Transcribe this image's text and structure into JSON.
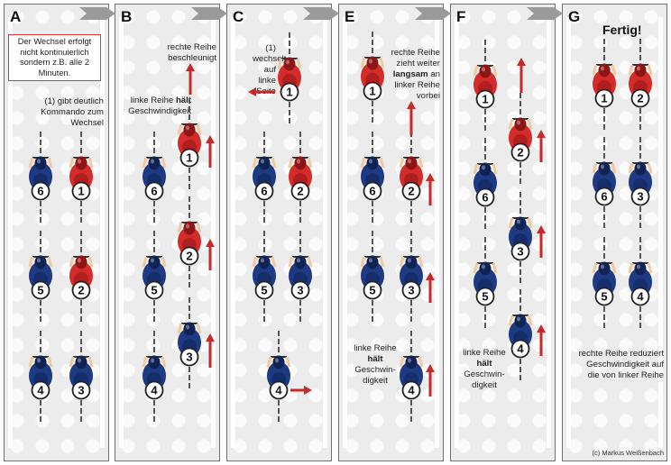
{
  "colors": {
    "team_red": "#d42b2b",
    "team_blue": "#1d3a82",
    "arrow": "#c42a2a",
    "chevron": "#9a9a9a",
    "panel_bg": "#ececec"
  },
  "panels": [
    {
      "letter": "A",
      "note_box": "Der Wechsel erfolgt nicht kontinuierlich sondern z.B. alle 2 Minuten.",
      "text": "(1) gibt deutlich Kommando zum Wechsel",
      "riders": [
        {
          "number": "6",
          "team": "blue"
        },
        {
          "number": "1",
          "team": "red"
        },
        {
          "number": "5",
          "team": "blue"
        },
        {
          "number": "2",
          "team": "red"
        },
        {
          "number": "4",
          "team": "blue"
        },
        {
          "number": "3",
          "team": "blue"
        }
      ]
    },
    {
      "letter": "B",
      "text_right": "rechte Reihe beschleunigt",
      "text_left_pre": "linke Reihe ",
      "text_left_bold": "hält",
      "text_left_post": " Geschwindigkeit",
      "riders": [
        {
          "number": "6",
          "team": "blue"
        },
        {
          "number": "1",
          "team": "red"
        },
        {
          "number": "5",
          "team": "blue"
        },
        {
          "number": "2",
          "team": "red"
        },
        {
          "number": "4",
          "team": "blue"
        },
        {
          "number": "3",
          "team": "blue"
        }
      ]
    },
    {
      "letter": "C",
      "text": "(1) wechselt auf linke Seite",
      "riders": [
        {
          "number": "1",
          "team": "red"
        },
        {
          "number": "6",
          "team": "blue"
        },
        {
          "number": "2",
          "team": "red"
        },
        {
          "number": "5",
          "team": "blue"
        },
        {
          "number": "3",
          "team": "blue"
        },
        {
          "number": "4",
          "team": "blue"
        }
      ]
    },
    {
      "letter": "E",
      "text_pre": "rechte Reihe zieht weiter ",
      "text_bold": "langsam",
      "text_post": " an linker Reihe vorbei",
      "text_left_pre": "linke Reihe ",
      "text_left_bold": "hält",
      "text_left_post": " Geschwin-digkeit",
      "riders": [
        {
          "number": "1",
          "team": "red"
        },
        {
          "number": "6",
          "team": "blue"
        },
        {
          "number": "2",
          "team": "red"
        },
        {
          "number": "5",
          "team": "blue"
        },
        {
          "number": "3",
          "team": "blue"
        },
        {
          "number": "4",
          "team": "blue"
        }
      ]
    },
    {
      "letter": "F",
      "text_left_pre": "linke Reihe ",
      "text_left_bold": "hält",
      "text_left_post": " Geschwin-digkeit",
      "riders": [
        {
          "number": "1",
          "team": "red"
        },
        {
          "number": "2",
          "team": "red"
        },
        {
          "number": "6",
          "team": "blue"
        },
        {
          "number": "3",
          "team": "blue"
        },
        {
          "number": "5",
          "team": "blue"
        },
        {
          "number": "4",
          "team": "blue"
        }
      ]
    },
    {
      "letter": "G",
      "title": "Fertig!",
      "text": "rechte Reihe reduziert Geschwindigkeit auf die von linker Reihe",
      "copyright": "(c) Markus Weißenbach",
      "riders": [
        {
          "number": "1",
          "team": "red"
        },
        {
          "number": "2",
          "team": "red"
        },
        {
          "number": "6",
          "team": "blue"
        },
        {
          "number": "3",
          "team": "blue"
        },
        {
          "number": "5",
          "team": "blue"
        },
        {
          "number": "4",
          "team": "blue"
        }
      ]
    }
  ]
}
